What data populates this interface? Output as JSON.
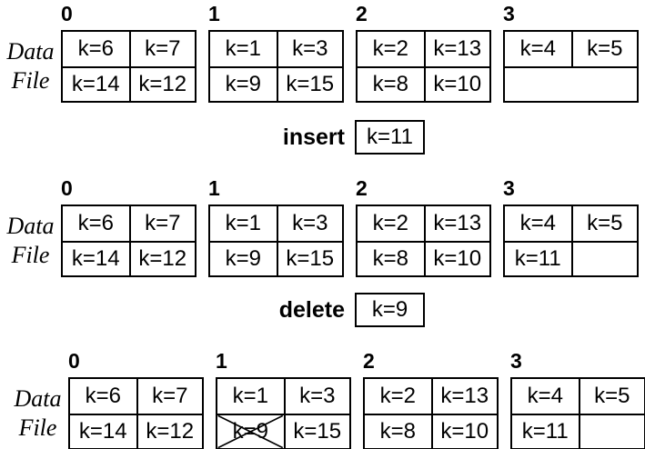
{
  "colors": {
    "ink": "#000000",
    "background": "#ffffff"
  },
  "sections": [
    {
      "file_label": {
        "line1": "Data",
        "line2": "File"
      },
      "buckets": [
        {
          "label": "0",
          "cells": {
            "r0c0": "k=6",
            "r0c1": "k=7",
            "r1c0": "k=14",
            "r1c1": "k=12"
          }
        },
        {
          "label": "1",
          "cells": {
            "r0c0": "k=1",
            "r0c1": "k=3",
            "r1c0": "k=9",
            "r1c1": "k=15"
          }
        },
        {
          "label": "2",
          "cells": {
            "r0c0": "k=2",
            "r0c1": "k=13",
            "r1c0": "k=8",
            "r1c1": "k=10"
          }
        },
        {
          "label": "3",
          "cells": {
            "r0c0": "k=4",
            "r0c1": "k=5",
            "r1span": ""
          }
        }
      ]
    },
    {
      "file_label": {
        "line1": "Data",
        "line2": "File"
      },
      "buckets": [
        {
          "label": "0",
          "cells": {
            "r0c0": "k=6",
            "r0c1": "k=7",
            "r1c0": "k=14",
            "r1c1": "k=12"
          }
        },
        {
          "label": "1",
          "cells": {
            "r0c0": "k=1",
            "r0c1": "k=3",
            "r1c0": "k=9",
            "r1c1": "k=15"
          }
        },
        {
          "label": "2",
          "cells": {
            "r0c0": "k=2",
            "r0c1": "k=13",
            "r1c0": "k=8",
            "r1c1": "k=10"
          }
        },
        {
          "label": "3",
          "cells": {
            "r0c0": "k=4",
            "r0c1": "k=5",
            "r1c0": "k=11",
            "r1c1": ""
          }
        }
      ]
    },
    {
      "file_label": {
        "line1": "Data",
        "line2": "File"
      },
      "buckets": [
        {
          "label": "0",
          "cells": {
            "r0c0": "k=6",
            "r0c1": "k=7",
            "r1c0": "k=14",
            "r1c1": "k=12"
          }
        },
        {
          "label": "1",
          "cells": {
            "r0c0": "k=1",
            "r0c1": "k=3",
            "r1c0": "k=9",
            "r1c1": "k=15"
          },
          "crossed_cell": "r1c0"
        },
        {
          "label": "2",
          "cells": {
            "r0c0": "k=2",
            "r0c1": "k=13",
            "r1c0": "k=8",
            "r1c1": "k=10"
          }
        },
        {
          "label": "3",
          "cells": {
            "r0c0": "k=4",
            "r0c1": "k=5",
            "r1c0": "k=11",
            "r1c1": ""
          }
        }
      ]
    }
  ],
  "operations": [
    {
      "label": "insert",
      "key": "k=11"
    },
    {
      "label": "delete",
      "key": "k=9"
    }
  ]
}
